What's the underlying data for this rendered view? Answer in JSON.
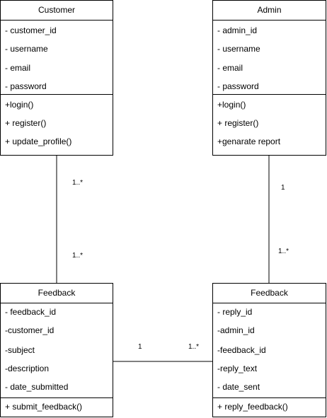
{
  "classes": {
    "customer": {
      "name": "Customer",
      "attributes": [
        "- customer_id",
        "- username",
        "- email",
        "- password"
      ],
      "methods": [
        "+login()",
        "+ register()",
        "+ update_profile()"
      ]
    },
    "admin": {
      "name": "Admin",
      "attributes": [
        "- admin_id",
        "- username",
        "- email",
        "- password"
      ],
      "methods": [
        "+login()",
        "+ register()",
        "+genarate report"
      ]
    },
    "feedback_left": {
      "name": "Feedback",
      "attributes": [
        "- feedback_id",
        "-customer_id",
        "-subject",
        "-description",
        "- date_submitted"
      ],
      "methods": [
        "+ submit_feedback()"
      ]
    },
    "feedback_right": {
      "name": "Feedback",
      "attributes": [
        "- reply_id",
        "-admin_id",
        "-feedback_id",
        "-reply_text",
        "- date_sent"
      ],
      "methods": [
        "+ reply_feedback()"
      ]
    }
  },
  "associations": {
    "customer_feedback": {
      "source_mult": "1..*",
      "target_mult": "1..*"
    },
    "admin_reply": {
      "source_mult": "1",
      "target_mult": "1..*"
    },
    "feedback_reply": {
      "source_mult": "1",
      "target_mult": "1..*"
    }
  }
}
